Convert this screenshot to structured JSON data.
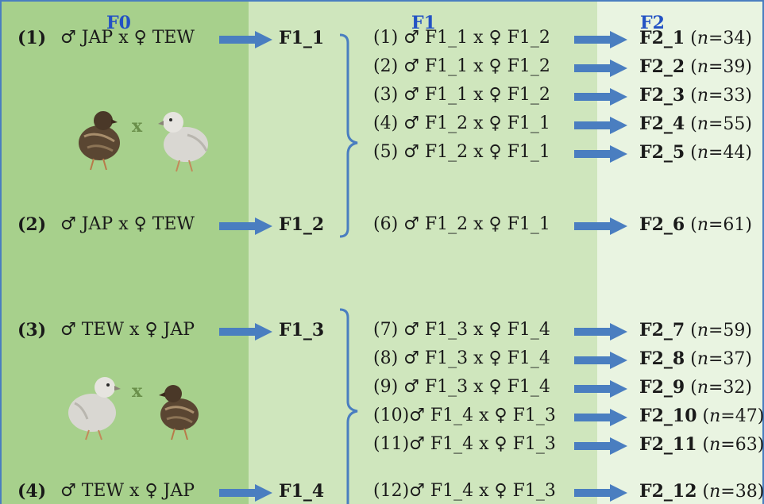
{
  "headers": {
    "f0": "F0",
    "f1": "F1",
    "f2": "F2"
  },
  "cross_symbol": "x",
  "f0_crosses": [
    {
      "num": "(1)",
      "text": "♂ JAP  x ♀ TEW",
      "result": "F1_1"
    },
    {
      "num": "(2)",
      "text": "♂ JAP  x ♀ TEW",
      "result": "F1_2"
    },
    {
      "num": "(3)",
      "text": "♂ TEW x ♀ JAP",
      "result": "F1_3"
    },
    {
      "num": "(4)",
      "text": "♂ TEW  x ♀ JAP",
      "result": "F1_4"
    }
  ],
  "f1_crosses": [
    {
      "text": "(1) ♂ F1_1  x ♀ F1_2",
      "result": "F2_1",
      "n_label": "n",
      "n_value": "=34)"
    },
    {
      "text": "(2) ♂ F1_1  x ♀ F1_2",
      "result": "F2_2",
      "n_label": "n",
      "n_value": "=39)"
    },
    {
      "text": "(3) ♂ F1_1  x ♀ F1_2",
      "result": "F2_3",
      "n_label": "n",
      "n_value": "=33)"
    },
    {
      "text": "(4) ♂ F1_2  x ♀ F1_1",
      "result": "F2_4",
      "n_label": "n",
      "n_value": "=55)"
    },
    {
      "text": "(5) ♂ F1_2  x ♀ F1_1",
      "result": "F2_5",
      "n_label": "n",
      "n_value": "=44)"
    },
    {
      "text": "(6) ♂ F1_2  x ♀ F1_1",
      "result": "F2_6",
      "n_label": "n",
      "n_value": "=61)"
    },
    {
      "text": "(7) ♂ F1_3  x ♀ F1_4",
      "result": "F2_7",
      "n_label": "n",
      "n_value": "=59)"
    },
    {
      "text": "(8) ♂ F1_3  x ♀ F1_4",
      "result": "F2_8",
      "n_label": "n",
      "n_value": "=37)"
    },
    {
      "text": "(9) ♂ F1_3  x ♀ F1_4",
      "result": "F2_9",
      "n_label": "n",
      "n_value": "=32)"
    },
    {
      "text": "(10)♂ F1_4  x ♀ F1_3",
      "result": "F2_10",
      "n_label": "n",
      "n_value": "=47)"
    },
    {
      "text": "(11)♂ F1_4  x ♀ F1_3",
      "result": "F2_11",
      "n_label": "n",
      "n_value": "=63)"
    },
    {
      "text": "(12)♂ F1_4  x ♀ F1_3",
      "result": "F2_12",
      "n_label": "n",
      "n_value": "=38)"
    }
  ],
  "colors": {
    "accent": "#2352c4",
    "arrow": "#4a7ec0",
    "cross_x": "#6a8f4a"
  }
}
